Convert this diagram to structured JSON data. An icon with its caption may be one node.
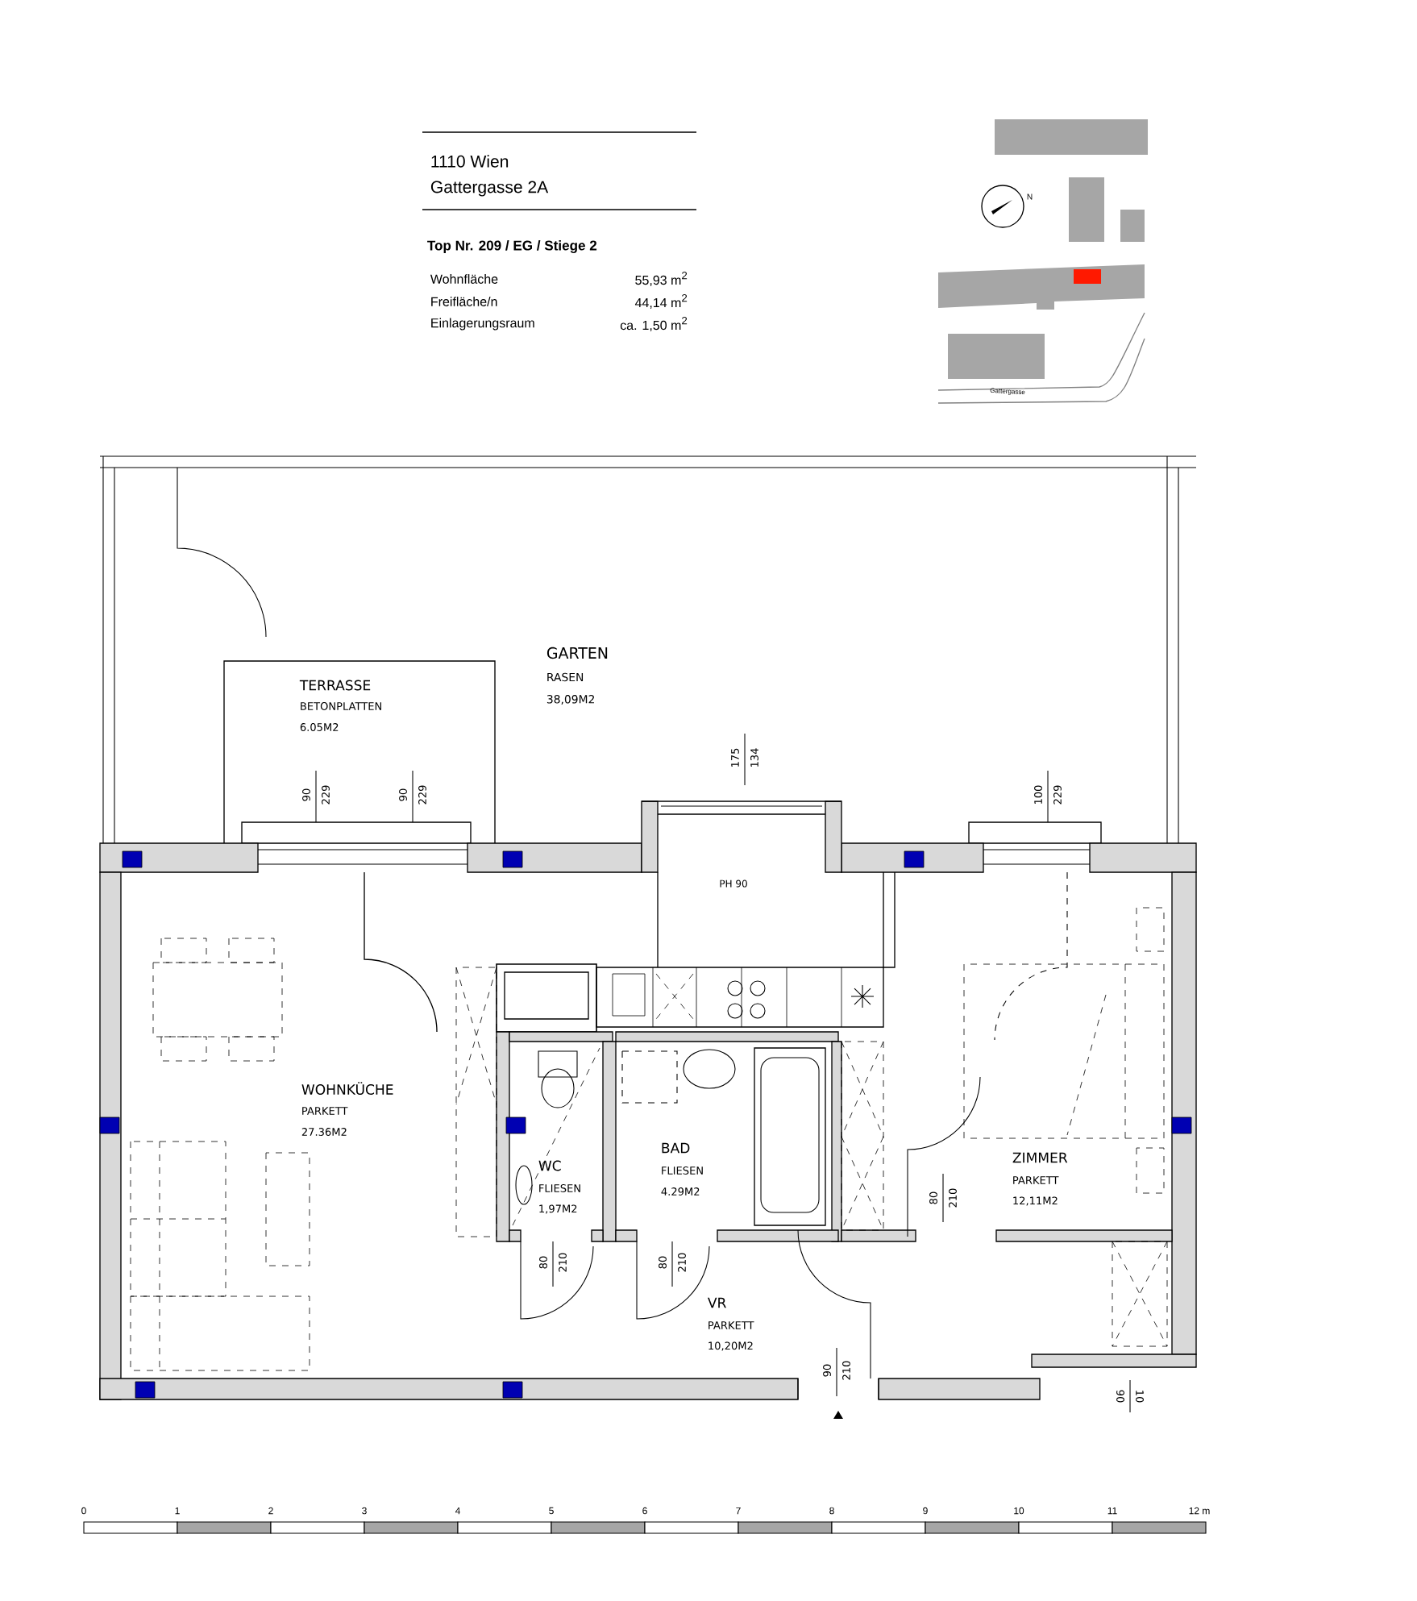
{
  "diagram": {
    "labels": [
      "1110 Wien",
      "Gattergasse 2A",
      "Top Nr. 209 / EG / Stiege 2",
      "Wohnfläche",
      "55,93 m$^{2}$",
      "Freifläche/n",
      "44,14 m$^{2}$",
      "Einlagerungsraum",
      "ca. 1,50 m$^{2}$",
      "N",
      "Gattergasse",
      "TERRASSE",
      "BETONPLATTEN",
      "6.05M2",
      "GARTEN",
      "RASEN",
      "38,09M2",
      "90",
      "229",
      "90",
      "229",
      "175",
      "134",
      "100",
      "229",
      "PH 90",
      "WOHNKÜCHE",
      "PARKETT",
      "27.36M2",
      "WC",
      "FLIESEN",
      "1,97M2",
      "BAD",
      "FLIESEN",
      "4.29M2",
      "ZIMMER",
      "PARKETT",
      "12,11M2",
      "80",
      "210",
      "80",
      "210",
      "80",
      "210",
      "VR",
      "PARKETT",
      "10,20M2",
      "90",
      "210",
      "90",
      "10",
      "0",
      "1",
      "2",
      "3",
      "4",
      "5",
      "6",
      "7",
      "8",
      "9",
      "10",
      "11",
      "12 m"
    ]
  }
}
